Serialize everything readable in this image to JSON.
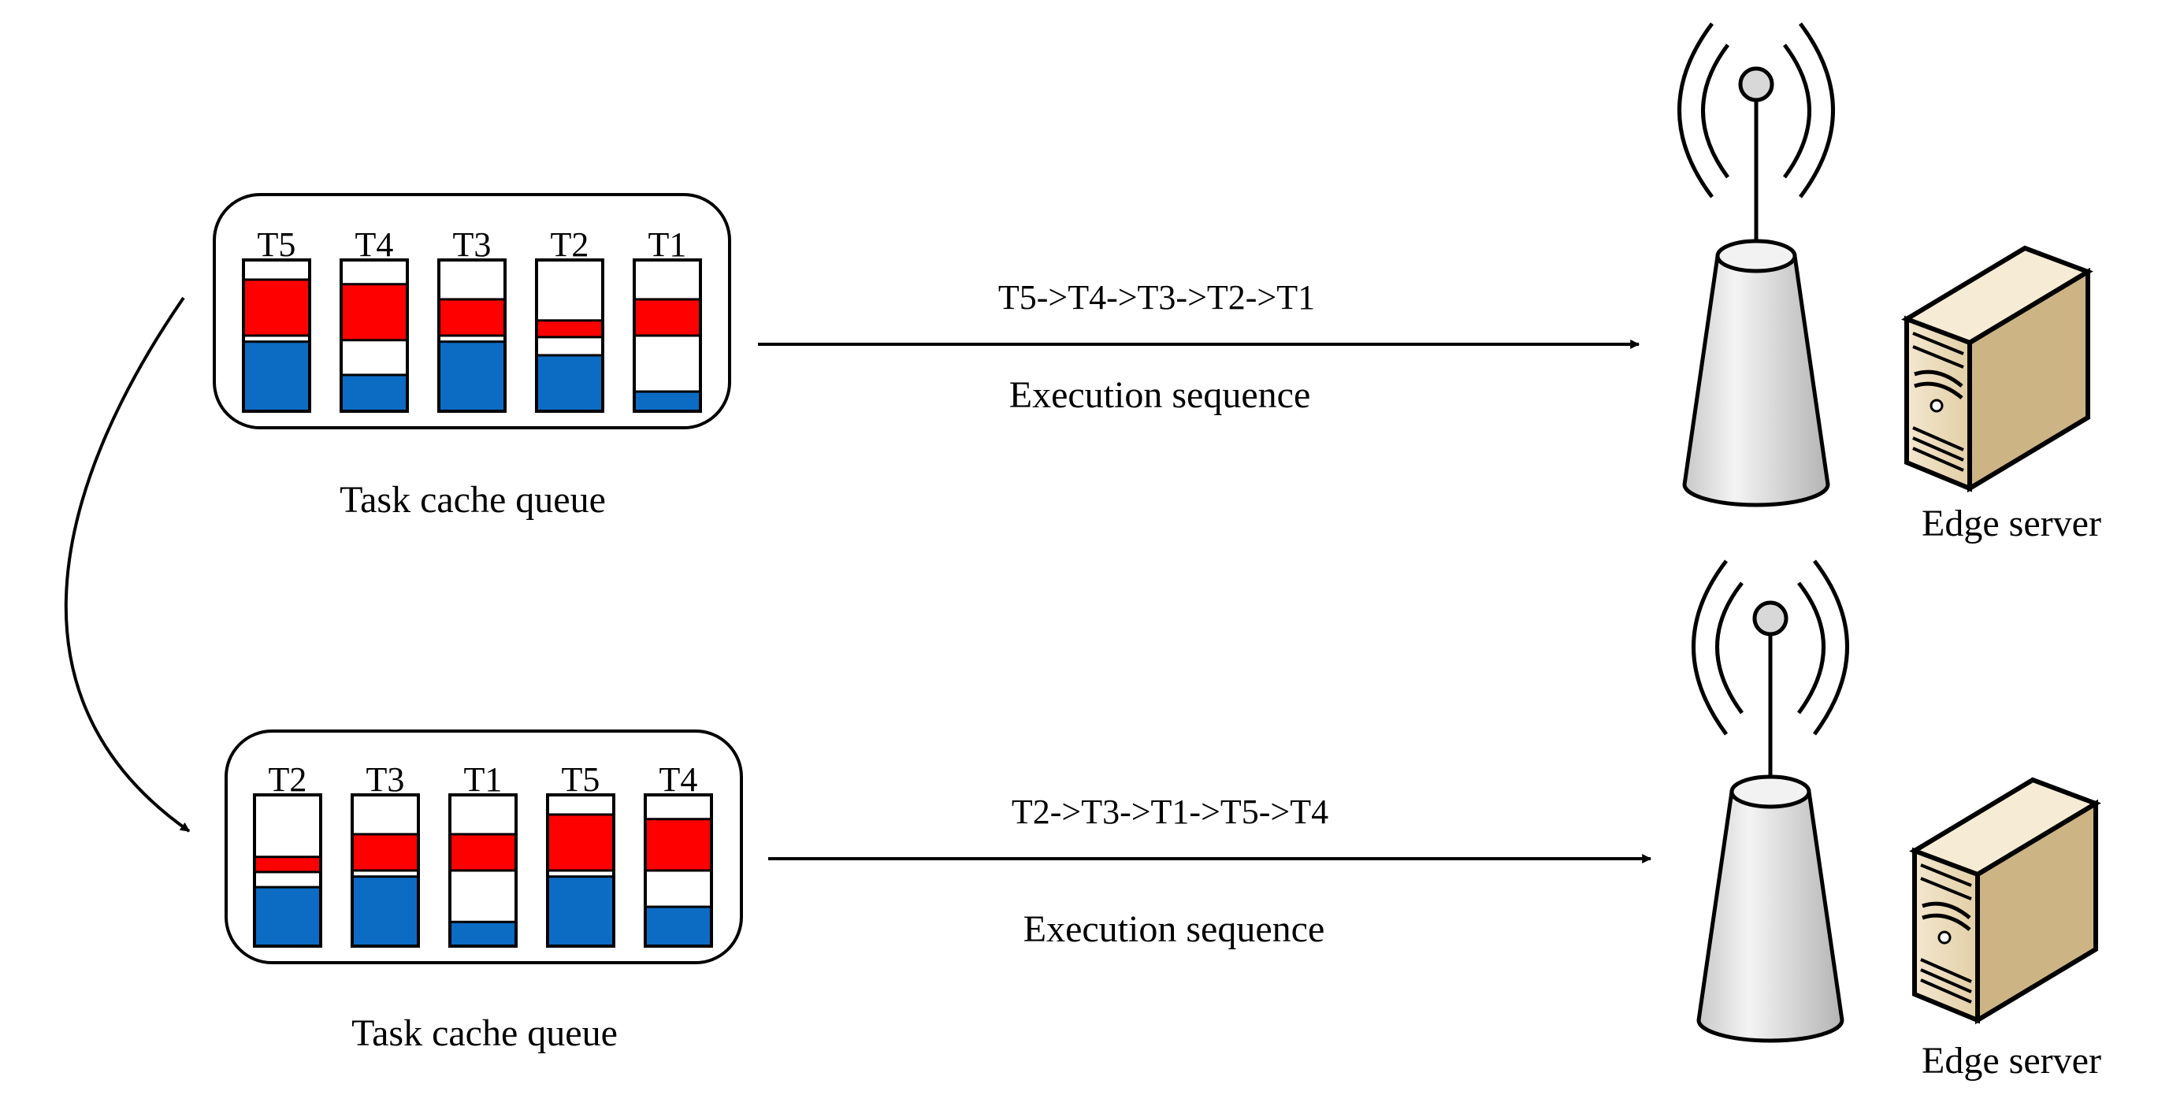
{
  "colors": {
    "red": "#ff0000",
    "blue": "#0c6cc4",
    "stroke": "#000000",
    "tower_gray": "#d9d9d9",
    "server_tan": "#ead8b6"
  },
  "queues": [
    {
      "label": "Task cache queue",
      "sequence_text": "T5->T4->T3->T2->T1",
      "sequence_label": "Execution sequence",
      "tasks": [
        {
          "name": "T5",
          "red": [
            0.13,
            0.5
          ],
          "blue": [
            0.54,
            1.0
          ]
        },
        {
          "name": "T4",
          "red": [
            0.16,
            0.53
          ],
          "blue": [
            0.76,
            1.0
          ]
        },
        {
          "name": "T3",
          "red": [
            0.26,
            0.5
          ],
          "blue": [
            0.54,
            1.0
          ]
        },
        {
          "name": "T2",
          "red": [
            0.4,
            0.51
          ],
          "blue": [
            0.63,
            1.0
          ]
        },
        {
          "name": "T1",
          "red": [
            0.26,
            0.5
          ],
          "blue": [
            0.87,
            1.0
          ]
        }
      ]
    },
    {
      "label": "Task cache queue",
      "sequence_text": "T2->T3->T1->T5->T4",
      "sequence_label": "Execution sequence",
      "tasks": [
        {
          "name": "T2",
          "red": [
            0.41,
            0.51
          ],
          "blue": [
            0.61,
            1.0
          ]
        },
        {
          "name": "T3",
          "red": [
            0.26,
            0.5
          ],
          "blue": [
            0.54,
            1.0
          ]
        },
        {
          "name": "T1",
          "red": [
            0.26,
            0.5
          ],
          "blue": [
            0.84,
            1.0
          ]
        },
        {
          "name": "T5",
          "red": [
            0.13,
            0.5
          ],
          "blue": [
            0.54,
            1.0
          ]
        },
        {
          "name": "T4",
          "red": [
            0.16,
            0.5
          ],
          "blue": [
            0.74,
            1.0
          ]
        }
      ]
    }
  ],
  "servers": [
    {
      "label": "Edge server"
    },
    {
      "label": "Edge server"
    }
  ]
}
